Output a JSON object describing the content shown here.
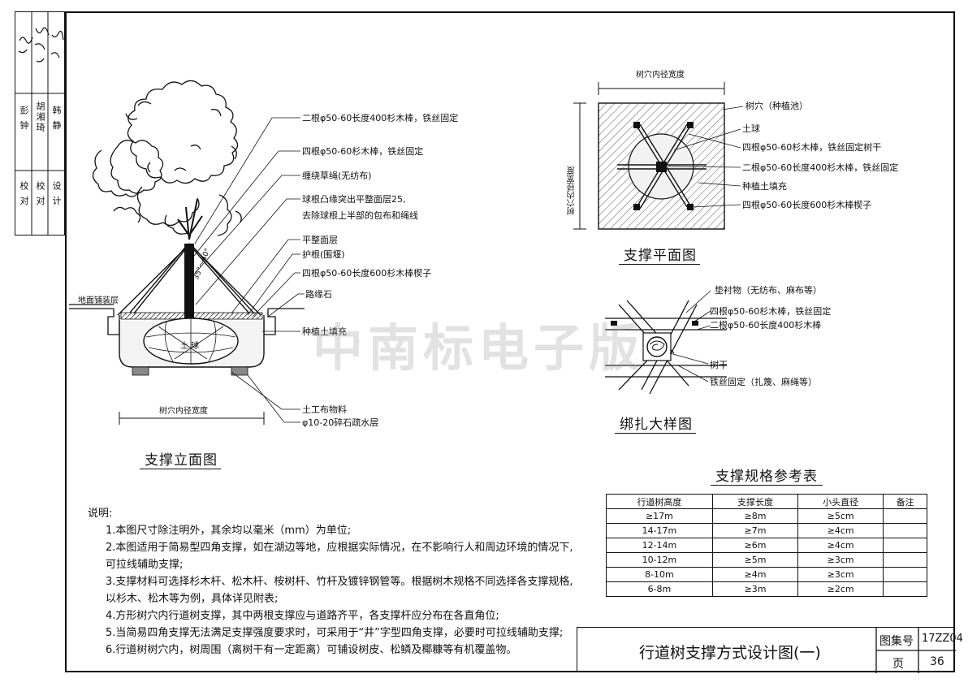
{
  "review_block": {
    "role1": "校 对",
    "role2": "校 对",
    "role3": "设 计",
    "name1": "彭 钟",
    "name2": "胡湘琦",
    "name3": "韩 静"
  },
  "elevation": {
    "title": "支撑立面图",
    "width_dim": "树穴内径宽度",
    "angle": "35°～40°",
    "soil_ball": "土 球",
    "ground_paving": "地面铺装层",
    "callouts": [
      "二根φ50-60长度400杉木棒，铁丝固定",
      "四根φ50-60杉木棒，铁丝固定",
      "缠绕草绳(无纺布)",
      "球根凸缘突出平整面层25,",
      "去除球根上半部的包布和绳线",
      "平整面层",
      "护根(围堰)",
      "四根φ50-60长度600杉木棒楔子",
      "路缘石",
      "种植土填充",
      "土工布物料",
      "φ10-20碎石疏水层"
    ]
  },
  "plan": {
    "title": "支撑平面图",
    "width_dim": "树穴内径宽度",
    "height_dim": "树穴内径宽度",
    "callouts": [
      "树穴（种植池）",
      "土球",
      "四根φ50-60杉木棒，铁丝固定树干",
      "二根φ50-60长度400杉木棒，铁丝固定",
      "种植土填充",
      "四根φ50-60长度600杉木棒楔子"
    ]
  },
  "detail": {
    "title": "绑扎大样图",
    "callouts": [
      "垫衬物（无纺布、麻布等）",
      "四根φ50-60杉木棒，铁丝固定",
      "二根φ50-60长度400杉木棒",
      "树干",
      "铁丝固定（扎篾、麻绳等）"
    ]
  },
  "spec_table": {
    "title": "支撑规格参考表",
    "headers": [
      "行道树高度",
      "支撑长度",
      "小头直径",
      "备注"
    ],
    "rows": [
      [
        "≥17m",
        "≥8m",
        "≥5cm",
        ""
      ],
      [
        "14-17m",
        "≥7m",
        "≥4cm",
        ""
      ],
      [
        "12-14m",
        "≥6m",
        "≥4cm",
        ""
      ],
      [
        "10-12m",
        "≥5m",
        "≥3cm",
        ""
      ],
      [
        "8-10m",
        "≥4m",
        "≥3cm",
        ""
      ],
      [
        "6-8m",
        "≥3m",
        "≥2cm",
        ""
      ]
    ]
  },
  "notes": {
    "heading": "说明:",
    "items": [
      "1.本图尺寸除注明外，其余均以毫米（mm）为单位;",
      "2.本图适用于简易型四角支撑，如在湖边等地，应根据实际情况，在不影响行人和周边环境的情况下,",
      "可拉线辅助支撑;",
      "3.支撑材料可选择杉木杆、松木杆、桉树杆、竹杆及镀锌钢管等。根据树木规格不同选择各支撑规格,",
      "以杉木、松木等为例，具体详见附表;",
      "4.方形树穴内行道树支撑，其中两根支撑应与道路齐平，各支撑杆应分布在各直角位;",
      "5.当简易四角支撑无法满足支撑强度要求时，可采用于“井”字型四角支撑，必要时可拉线辅助支撑;",
      "6.行道树树穴内，树周围（离树干有一定距离）可铺设树皮、松鳞及椰糠等有机覆盖物。"
    ]
  },
  "title_block": {
    "drawing_title": "行道树支撑方式设计图(一)",
    "atlas_label": "图集号",
    "atlas_no": "17ZZ04",
    "page_label": "页",
    "page_no": "36"
  },
  "watermark": "中南标电子版"
}
